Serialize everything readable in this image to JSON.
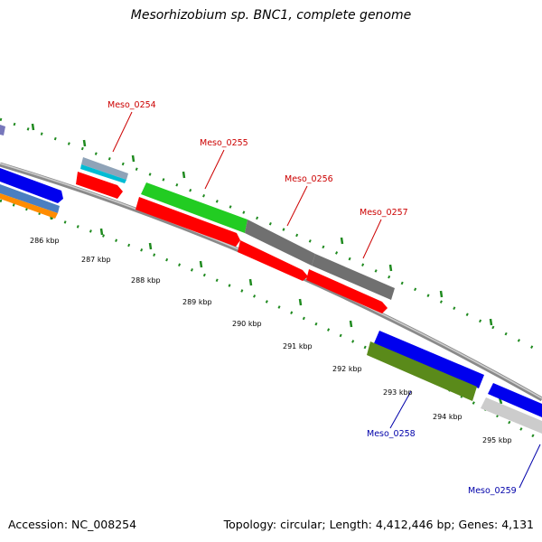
{
  "title": "Mesorhizobium sp. BNC1, complete genome",
  "footer": {
    "accession": "Accession: NC_008254",
    "summary": "Topology: circular; Length: 4,412,446 bp; Genes: 4,131"
  },
  "colors": {
    "forward_label": "#cc0000",
    "reverse_label": "#0000aa",
    "tick_mark": "#1f8a1f",
    "backbone": "#888888"
  },
  "kbp_ticks": [
    {
      "label": "286 kbp"
    },
    {
      "label": "287 kbp"
    },
    {
      "label": "288 kbp"
    },
    {
      "label": "289 kbp"
    },
    {
      "label": "290 kbp"
    },
    {
      "label": "291 kbp"
    },
    {
      "label": "292 kbp"
    },
    {
      "label": "293 kbp"
    },
    {
      "label": "294 kbp"
    },
    {
      "label": "295 kbp"
    }
  ],
  "gene_labels": [
    {
      "text": "Meso_0254",
      "strand": "forward"
    },
    {
      "text": "Meso_0255",
      "strand": "forward"
    },
    {
      "text": "Meso_0256",
      "strand": "forward"
    },
    {
      "text": "Meso_0257",
      "strand": "forward"
    },
    {
      "text": "Meso_0258",
      "strand": "reverse"
    },
    {
      "text": "Meso_0259",
      "strand": "reverse"
    }
  ]
}
